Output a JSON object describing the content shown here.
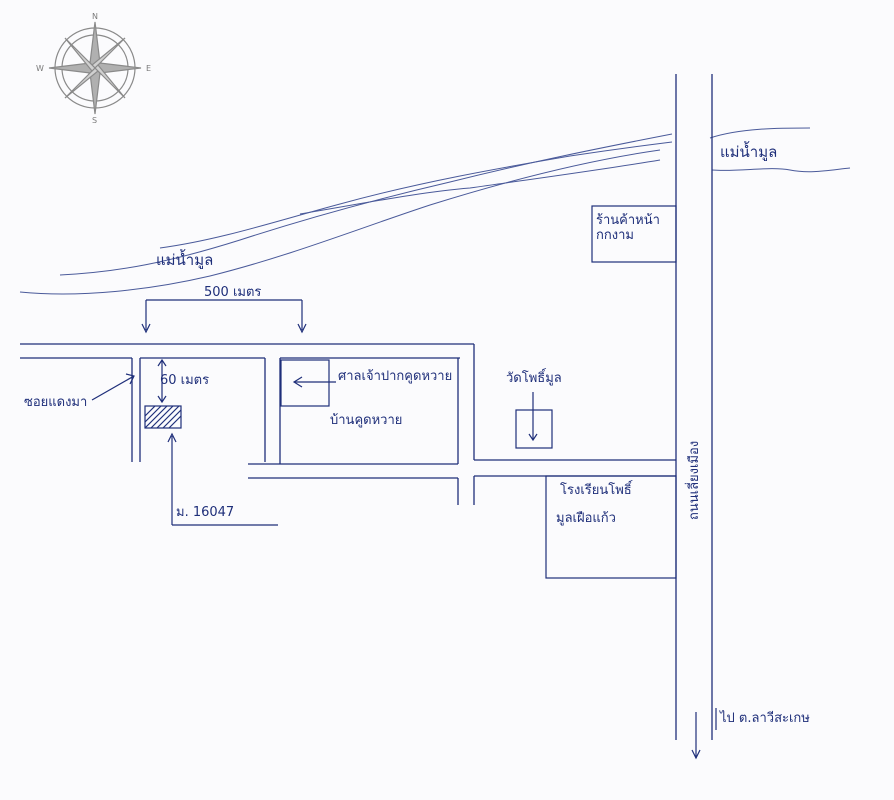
{
  "compass": {
    "north": "N",
    "south": "S",
    "east": "E",
    "west": "W"
  },
  "labels": {
    "river_top_right": "แม่น้ำมูล",
    "river_left": "แม่น้ำมูล",
    "distance_500": "500 เมตร",
    "distance_60": "60 เมตร",
    "soi_label": "ซอยแดงมา",
    "school_top_right": "ร้านค้าหน้า กกงาม",
    "shrine_main": "ศาลเจ้าปากคูดหวาย",
    "shrine_sub": "บ้านคูดหวาย",
    "temple": "วัดโพธิ์มูล",
    "school_main": "โรงเรียนโพธิ์",
    "school_sub": "มูลเฝือแก้ว",
    "route_label": "ไป ต.ลาวีสะเกษ",
    "road_vertical": "ถนนเลี่ยงเมือง",
    "plot_label": "ม. 16047"
  },
  "colors": {
    "ink": "#1f2f7a",
    "paper": "#fbfbfd",
    "compass": "#8a8a8a"
  }
}
